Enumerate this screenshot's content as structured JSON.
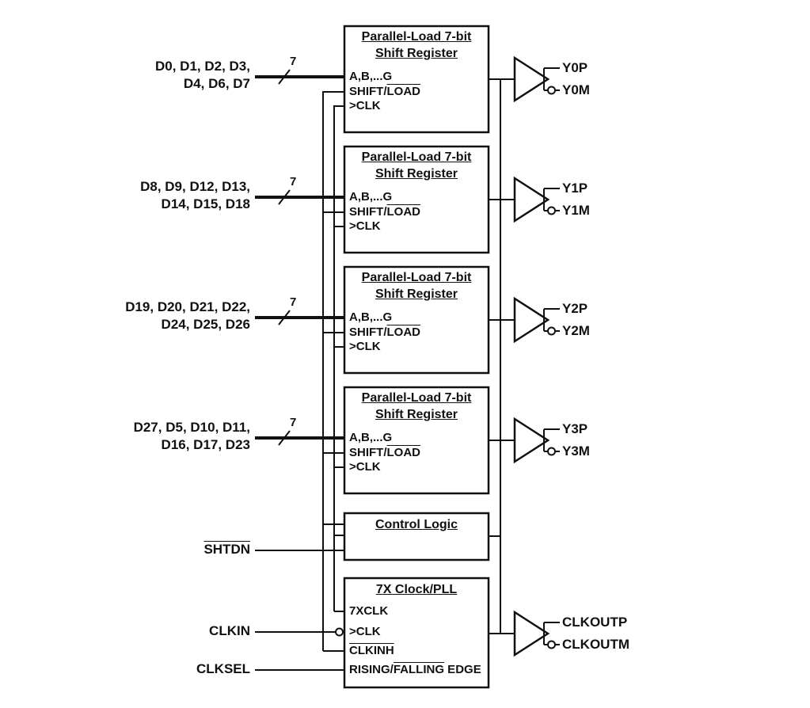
{
  "shift_registers": [
    {
      "title_line1": "Parallel-Load 7-bit",
      "title_line2": "Shift Register",
      "inputs_line1": "D0, D1, D2, D3,",
      "inputs_line2": "D4, D6, D7",
      "bus_width": "7",
      "port_data": "A,B,...G",
      "port_shift_prefix": "SHIFT/",
      "port_shift_overline": "LOAD",
      "port_clk": ">CLK",
      "out_p": "Y0P",
      "out_m": "Y0M"
    },
    {
      "title_line1": "Parallel-Load 7-bit",
      "title_line2": "Shift Register",
      "inputs_line1": "D8, D9, D12, D13,",
      "inputs_line2": "D14, D15, D18",
      "bus_width": "7",
      "port_data": "A,B,...G",
      "port_shift_prefix": "SHIFT/",
      "port_shift_overline": "LOAD",
      "port_clk": ">CLK",
      "out_p": "Y1P",
      "out_m": "Y1M"
    },
    {
      "title_line1": "Parallel-Load 7-bit",
      "title_line2": "Shift Register",
      "inputs_line1": "D19, D20, D21, D22,",
      "inputs_line2": "D24, D25, D26",
      "bus_width": "7",
      "port_data": "A,B,...G",
      "port_shift_prefix": "SHIFT/",
      "port_shift_overline": "LOAD",
      "port_clk": ">CLK",
      "out_p": "Y2P",
      "out_m": "Y2M"
    },
    {
      "title_line1": "Parallel-Load 7-bit",
      "title_line2": "Shift Register",
      "inputs_line1": "D27, D5, D10, D11,",
      "inputs_line2": "D16, D17, D23",
      "bus_width": "7",
      "port_data": "A,B,...G",
      "port_shift_prefix": "SHIFT/",
      "port_shift_overline": "LOAD",
      "port_clk": ">CLK",
      "out_p": "Y3P",
      "out_m": "Y3M"
    }
  ],
  "control_logic": {
    "title": "Control Logic",
    "shtdn": "SHTDN"
  },
  "clock_pll": {
    "title": "7X Clock/PLL",
    "port_7xclk": "7XCLK",
    "port_clk": ">CLK",
    "port_clkinh": "CLKINH",
    "edge_prefix": "RISING/",
    "edge_overline": "FALLING",
    "edge_suffix": " EDGE",
    "clkin": "CLKIN",
    "clksel": "CLKSEL",
    "out_p": "CLKOUTP",
    "out_m": "CLKOUTM"
  },
  "colors": {
    "line": "#111111",
    "background": "#ffffff"
  }
}
